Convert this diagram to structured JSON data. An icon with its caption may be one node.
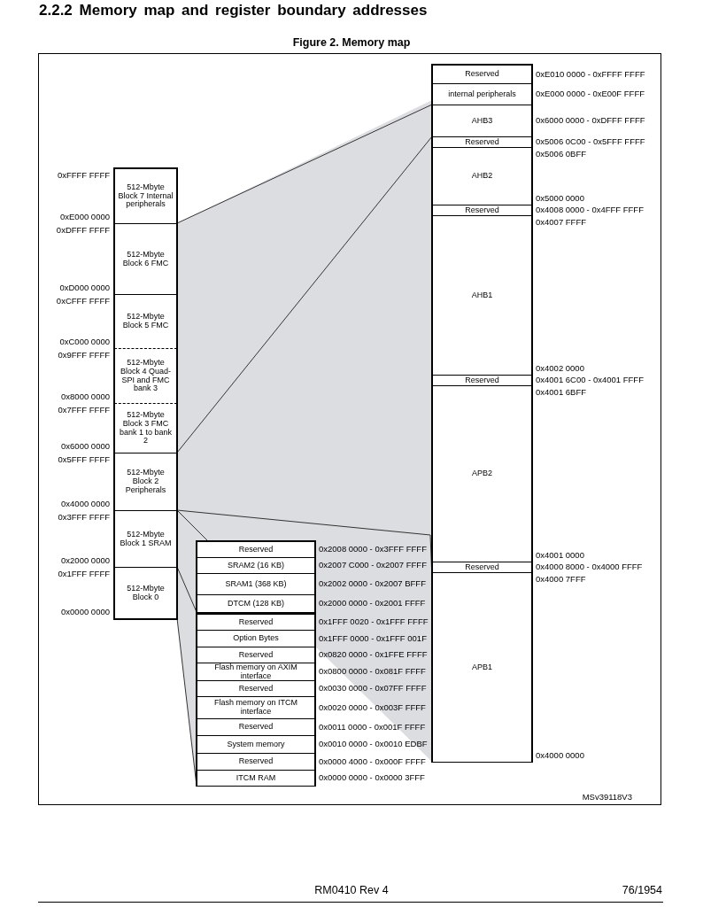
{
  "diagram": {
    "title": "2.2.2 Memory map and register boundary addresses",
    "caption": "Figure 2. Memory map",
    "nodes": [
      {
        "text": [
          "512-Mbyte Block 7 Internal peripherals"
        ],
        "beside": [
          "0xFFFF FFFF",
          "0xE000 0000"
        ]
      },
      {
        "text": [
          "512-Mbyte Block 6 FMC"
        ],
        "beside": [
          "0xDFFF FFFF",
          "0xD000 0000"
        ]
      },
      {
        "text": [
          "512-Mbyte Block 5 FMC"
        ],
        "beside": [
          "0xCFFF FFFF",
          "0xC000 0000"
        ]
      },
      {
        "text": [
          "512-Mbyte Block 4 Quad-SPI and FMC bank 3"
        ],
        "beside": [
          "0x9FFF FFFF",
          "0x8000 0000"
        ]
      },
      {
        "text": [
          "512-Mbyte Block 3 FMC bank 1 to bank 2"
        ],
        "beside": [
          "0x7FFF FFFF",
          "0x6000 0000"
        ]
      },
      {
        "text": [
          "512-Mbyte Block 2 Peripherals"
        ],
        "beside": [
          "0x5FFF FFFF",
          "0x4000 0000"
        ]
      },
      {
        "text": [
          "512-Mbyte Block 1 SRAM"
        ],
        "beside": [
          "0x3FFF FFFF",
          "0x2000 0000"
        ]
      },
      {
        "text": [
          "512-Mbyte Block 0"
        ],
        "beside": [
          "0x1FFF FFFF",
          "0x0000 0000"
        ]
      },
      {
        "text": [
          "Reserved"
        ],
        "beside": [
          "0xE010 0000 - 0xFFFF FFFF"
        ]
      },
      {
        "text": [
          "internal peripherals"
        ],
        "beside": [
          "0xE000 0000 - 0xE00F FFFF"
        ]
      },
      {
        "text": [
          "AHB3"
        ],
        "beside": [
          "0x6000 0000 - 0xDFFF FFFF"
        ]
      },
      {
        "text": [
          "Reserved"
        ],
        "beside": [
          "0x5006 0C00 - 0x5FFF FFFF"
        ]
      },
      {
        "text": [
          "AHB2"
        ],
        "beside": [
          "0x5006 0BFF",
          "0x5000 0000"
        ]
      },
      {
        "text": [
          "Reserved"
        ],
        "beside": [
          "0x4008 0000 - 0x4FFF FFFF"
        ]
      },
      {
        "text": [
          "AHB1"
        ],
        "beside": [
          "0x4007 FFFF",
          "0x4002 0000"
        ]
      },
      {
        "text": [
          "Reserved"
        ],
        "beside": [
          "0x4001 6C00 - 0x4001 FFFF"
        ]
      },
      {
        "text": [
          "APB2"
        ],
        "beside": [
          "0x4001 6BFF",
          "0x4001 0000"
        ]
      },
      {
        "text": [
          "Reserved"
        ],
        "beside": [
          "0x4000 8000 - 0x4000 FFFF"
        ]
      },
      {
        "text": [
          "APB1"
        ],
        "beside": [
          "0x4000 7FFF",
          "0x4000 0000"
        ]
      },
      {
        "text": [
          "Reserved"
        ],
        "beside": [
          "0x2008 0000 - 0x3FFF FFFF"
        ]
      },
      {
        "text": [
          "SRAM2 (16 KB)"
        ],
        "beside": [
          "0x2007 C000 - 0x2007 FFFF"
        ]
      },
      {
        "text": [
          "SRAM1 (368 KB)"
        ],
        "beside": [
          "0x2002 0000 - 0x2007 BFFF"
        ]
      },
      {
        "text": [
          "DTCM (128 KB)"
        ],
        "beside": [
          "0x2000 0000 - 0x2001 FFFF"
        ]
      },
      {
        "text": [
          "Reserved"
        ],
        "beside": [
          "0x1FFF 0020 - 0x1FFF FFFF"
        ]
      },
      {
        "text": [
          "Option Bytes"
        ],
        "beside": [
          "0x1FFF 0000 - 0x1FFF 001F"
        ]
      },
      {
        "text": [
          "Reserved"
        ],
        "beside": [
          "0x0820 0000 - 0x1FFE FFFF"
        ]
      },
      {
        "text": [
          "Flash memory on AXIM interface"
        ],
        "beside": [
          "0x0800 0000 - 0x081F FFFF"
        ]
      },
      {
        "text": [
          "Reserved"
        ],
        "beside": [
          "0x0030 0000 - 0x07FF FFFF"
        ]
      },
      {
        "text": [
          "Flash memory on ITCM interface"
        ],
        "beside": [
          "0x0020 0000 - 0x003F FFFF"
        ]
      },
      {
        "text": [
          "Reserved"
        ],
        "beside": [
          "0x0011 0000 - 0x001F FFFF"
        ]
      },
      {
        "text": [
          "System memory"
        ],
        "beside": [
          "0x0010 0000 - 0x0010 EDBF"
        ]
      },
      {
        "text": [
          "Reserved"
        ],
        "beside": [
          "0x0000 4000 - 0x000F FFFF"
        ]
      },
      {
        "text": [
          "ITCM RAM"
        ],
        "beside": [
          "0x0000 0000 - 0x0000 3FFF"
        ]
      }
    ],
    "edges": [
      {
        "from": 0,
        "to": 10,
        "arrow": "none"
      },
      {
        "from": 4,
        "to": 10,
        "arrow": "none"
      },
      {
        "from": 5,
        "to": 18,
        "arrow": "none"
      },
      {
        "from": 6,
        "to": 19,
        "arrow": "none"
      },
      {
        "from": 6,
        "to": 22,
        "arrow": "none"
      },
      {
        "from": 7,
        "to": 32,
        "arrow": "none"
      }
    ],
    "labels": [
      "MSv39118V3",
      "RM0410 Rev 4",
      "76/1954"
    ]
  }
}
